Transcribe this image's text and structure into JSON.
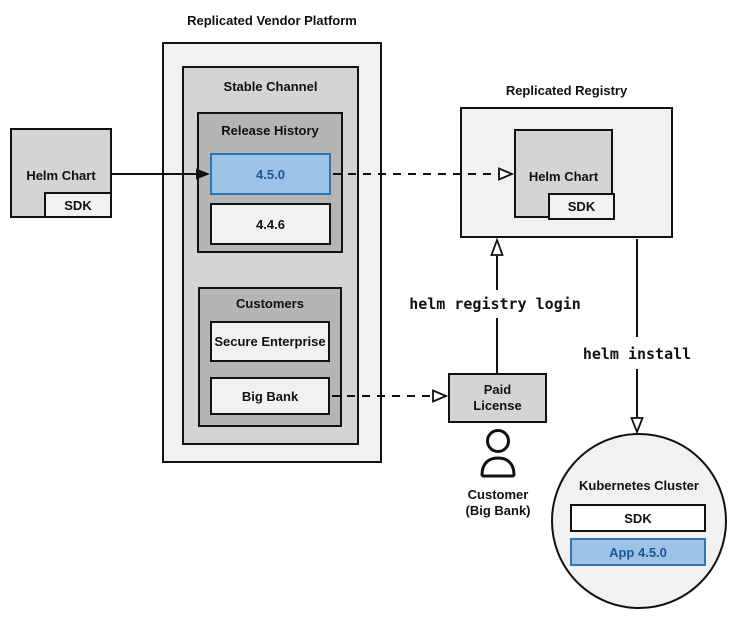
{
  "colors": {
    "accent_fill": "#9cc2e5",
    "accent_stroke": "#2e74b5",
    "accent_text": "#1d5795",
    "box_light": "#f1f1f1",
    "box_mid": "#d4d4d4",
    "box_dark": "#b5b5b5",
    "line": "#111111"
  },
  "vendor_platform": {
    "title": "Replicated Vendor Platform",
    "stable_channel": {
      "label": "Stable Channel"
    },
    "release_history": {
      "label": "Release History",
      "releases": [
        {
          "version": "4.5.0",
          "highlighted": true
        },
        {
          "version": "4.4.6",
          "highlighted": false
        }
      ]
    },
    "customers": {
      "label": "Customers",
      "items": [
        {
          "name": "Secure Enterprise"
        },
        {
          "name": "Big Bank"
        }
      ]
    }
  },
  "source_chart": {
    "label": "Helm Chart",
    "sdk": "SDK"
  },
  "registry": {
    "title": "Replicated Registry",
    "helm_chart": "Helm Chart",
    "sdk": "SDK"
  },
  "license": {
    "label": "Paid\nLicense"
  },
  "customer": {
    "label": "Customer\n(Big Bank)"
  },
  "cluster": {
    "title": "Kubernetes Cluster",
    "sdk": "SDK",
    "app": "App 4.5.0"
  },
  "commands": {
    "registry_login": "helm registry login",
    "install": "helm install"
  }
}
